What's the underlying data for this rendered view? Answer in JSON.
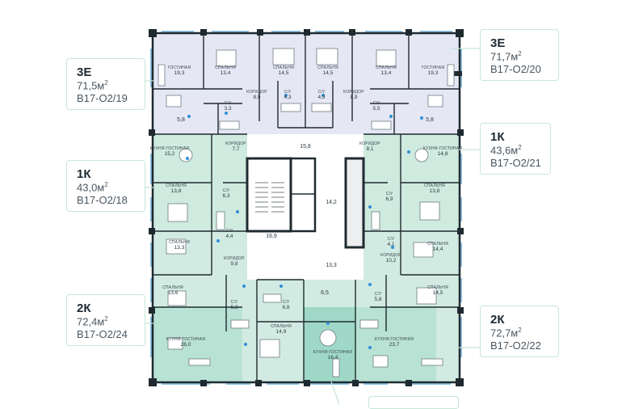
{
  "colors": {
    "type_3e": "#e6e7f4",
    "type_1k": "#cfeadf",
    "type_2k": "#d2ebe2",
    "highlight_2k": "#9fd8c6",
    "core": "#ffffff",
    "wall": "#1f2a30",
    "window": "#8fc3e6",
    "callout_border": "#c5e6d8"
  },
  "apartments": [
    {
      "id": "a19",
      "type": "3Е",
      "area": "71,5м",
      "area_sup": "2",
      "code": "В17-О2/19"
    },
    {
      "id": "a20",
      "type": "3Е",
      "area": "71,7м",
      "area_sup": "2",
      "code": "В17-О2/20"
    },
    {
      "id": "a21",
      "type": "1К",
      "area": "43,6м",
      "area_sup": "2",
      "code": "В17-О2/21"
    },
    {
      "id": "a18",
      "type": "1К",
      "area": "43,0м",
      "area_sup": "2",
      "code": "В17-О2/18"
    },
    {
      "id": "a24",
      "type": "2К",
      "area": "72,4м",
      "area_sup": "2",
      "code": "В17-О2/24"
    },
    {
      "id": "a22",
      "type": "2К",
      "area": "72,7м",
      "area_sup": "2",
      "code": "В17-О2/22"
    }
  ],
  "rooms": [
    {
      "label": "ГОСТИНАЯ",
      "area": "19,3"
    },
    {
      "label": "СПАЛЬНЯ",
      "area": "13,4"
    },
    {
      "label": "СПАЛЬНЯ",
      "area": "14,5"
    },
    {
      "label": "КОРИДОР",
      "area": "8,9"
    },
    {
      "label": "С/У",
      "area": "4,3"
    },
    {
      "label": "С/У",
      "area": "3,3"
    },
    {
      "label": "",
      "area": "5,8"
    },
    {
      "label": "СПАЛЬНЯ",
      "area": "14,5"
    },
    {
      "label": "КОРИДОР",
      "area": "8,9"
    },
    {
      "label": "СПАЛЬНЯ",
      "area": "13,4"
    },
    {
      "label": "С/У",
      "area": "4,3"
    },
    {
      "label": "ГОСТИНАЯ",
      "area": "19,3"
    },
    {
      "label": "С/У",
      "area": "5,5"
    },
    {
      "label": "",
      "area": "5,8"
    },
    {
      "label": "",
      "area": "15,8"
    },
    {
      "label": "КУХНЯ-ГОСТИНАЯ",
      "area": "15,2"
    },
    {
      "label": "КОРИДОР",
      "area": "7,7"
    },
    {
      "label": "КОРИДОР",
      "area": "8,1"
    },
    {
      "label": "КУХНЯ-ГОСТИНАЯ",
      "area": "14,8"
    },
    {
      "label": "СПАЛЬНЯ",
      "area": "13,8"
    },
    {
      "label": "С/У",
      "area": "6,3"
    },
    {
      "label": "",
      "area": "14,2"
    },
    {
      "label": "С/У",
      "area": "6,9"
    },
    {
      "label": "СПАЛЬНЯ",
      "area": "13,8"
    },
    {
      "label": "С/У",
      "area": "4,4"
    },
    {
      "label": "",
      "area": "16,9"
    },
    {
      "label": "СПАЛЬНЯ",
      "area": "13,3"
    },
    {
      "label": "КОРИДОР",
      "area": "9,8"
    },
    {
      "label": "",
      "area": "13,3"
    },
    {
      "label": "С/У",
      "area": "4,1"
    },
    {
      "label": "КОРИДОР",
      "area": "10,2"
    },
    {
      "label": "СПАЛЬНЯ",
      "area": "14,4"
    },
    {
      "label": "СПАЛЬНЯ",
      "area": "13,6"
    },
    {
      "label": "",
      "area": "6,5"
    },
    {
      "label": "С/У",
      "area": "5,3"
    },
    {
      "label": "С/У",
      "area": "6,8"
    },
    {
      "label": "С/У",
      "area": "5,8"
    },
    {
      "label": "СПАЛЬНЯ",
      "area": "14,5"
    },
    {
      "label": "СПАЛЬНЯ",
      "area": "14,9"
    },
    {
      "label": "КУХНЯ-ГОСТИНАЯ",
      "area": "16,4"
    },
    {
      "label": "КУХНЯ-ГОСТИНАЯ",
      "area": "26,0"
    },
    {
      "label": "КУХНЯ-ГОСТИНАЯ",
      "area": "23,7"
    }
  ]
}
